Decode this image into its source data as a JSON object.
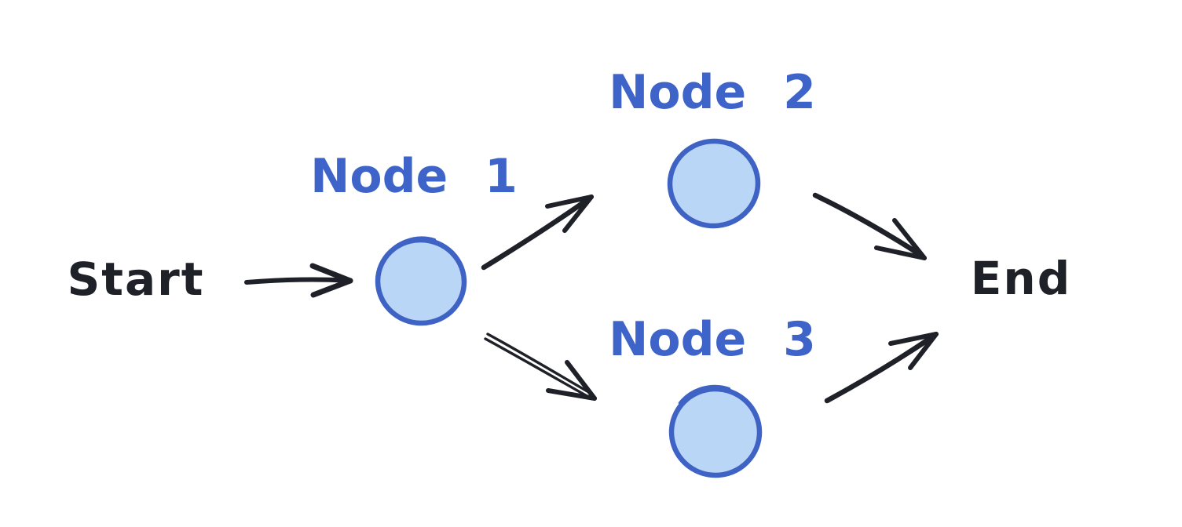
{
  "canvas": {
    "background": "#ffffff",
    "ink_color": "#1f2128",
    "node_stroke_color": "#3f63c4",
    "node_fill_color": "#b9d6f7",
    "node_label_color": "#3e64c9"
  },
  "diagram": {
    "type": "flowchart",
    "start_label": "Start",
    "end_label": "End",
    "nodes": [
      {
        "id": "node-1",
        "label": "Node 1",
        "shape": "circle"
      },
      {
        "id": "node-2",
        "label": "Node 2",
        "shape": "circle"
      },
      {
        "id": "node-3",
        "label": "Node 3",
        "shape": "circle"
      }
    ],
    "edges": [
      {
        "from": "Start",
        "to": "Node 1"
      },
      {
        "from": "Node 1",
        "to": "Node 2"
      },
      {
        "from": "Node 1",
        "to": "Node 3"
      },
      {
        "from": "Node 2",
        "to": "End"
      },
      {
        "from": "Node 3",
        "to": "End"
      }
    ]
  }
}
